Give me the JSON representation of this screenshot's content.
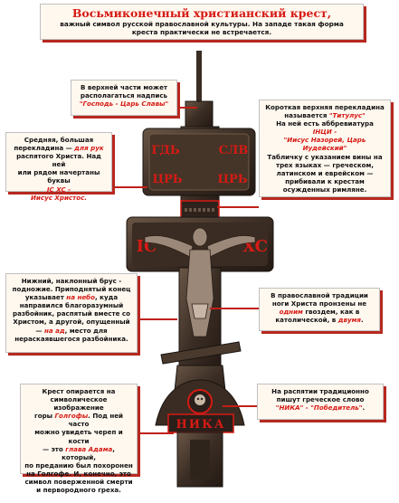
{
  "header": {
    "title": "Восьмиконечный  христианский крест,",
    "subtitle_line1": "важный символ русской православной культуры. На западе такая форма",
    "subtitle_line2": "креста практически не встречается."
  },
  "callouts": {
    "top_left": {
      "l1": "В верхней части может",
      "l2": "располагаться надпись",
      "l3_red": "\"Господь - Царь Славы\""
    },
    "mid_left": {
      "l1": "Средняя, большая",
      "l2_pre": "перекладина — ",
      "l2_red": "для рук",
      "l3": "распятого Христа. Над ней",
      "l4": "или рядом начертаны буквы",
      "l5_red": "IC XC -",
      "l6_red": "Иисус Христос."
    },
    "right_top": {
      "l1": "Короткая верхняя перекладина",
      "l2_pre": "называется ",
      "l2_red": "\"Титулус\"",
      "l3": "На ней есть аббревиатура",
      "l4_red": "ІНЦИ -",
      "l5_red": "\"Иисус Назорей, Царь Иудейский\"",
      "l6": "Табличку с указанием вины на",
      "l7": "трех языках — греческом,",
      "l8": "латинском и еврейском —",
      "l9": "прибивали к крестам",
      "l10": "осужденных римляне."
    },
    "lower_left": {
      "l1": "Нижний, наклонный брус -",
      "l2": "подножие. Приподнятый конец",
      "l3_pre": "указывает ",
      "l3_red": "на небо",
      "l3_post": ", куда",
      "l4": "направился благоразумный",
      "l5": "разбойник, распятый вместе со",
      "l6": "Христом, а другой, опущенный",
      "l7_pre": "— ",
      "l7_red": "на ад",
      "l7_post": ", место для",
      "l8": "нераскаявшегося разбойника."
    },
    "right_mid": {
      "l1": "В православной традиции",
      "l2": "ноги Христа пронзены не",
      "l3_red": "одним",
      "l3_post": " гвоздем, как в",
      "l4_pre": "католической, в ",
      "l4_red": "двумя",
      "l4_post": "."
    },
    "bottom_left": {
      "l1": "Крест опирается на",
      "l2": "символическое изображение",
      "l3_pre": "горы ",
      "l3_red": "Голгофы",
      "l3_post": ". Под ней часто",
      "l4": "можно увидеть череп и кости",
      "l5_pre": "— это ",
      "l5_red": "глава Адама",
      "l5_post": ", который,",
      "l6": "по преданию был похоронен",
      "l7": "на Голгофе. И, конечно, это",
      "l8": "символ поверженной смерти",
      "l9": "и первородного греха."
    },
    "bottom_right": {
      "l1": "На распятии традиционно",
      "l2": "пишут греческое слово",
      "l3_red": "\"НИКА\" - \"Победитель\"",
      "l3_post": "."
    }
  },
  "cross_inscriptions": {
    "top_left": "ГДЬ",
    "top_right": "СЛВ",
    "mid_top_left": "ЦРЬ",
    "mid_top_right": "ЦРЬ",
    "left_bar": "IC",
    "right_bar": "XC",
    "nika": "НИКА"
  },
  "colors": {
    "accent_red": "#d61a14",
    "cross_dark": "#2a1f1a",
    "cross_bronze": "#5a4535",
    "box_bg": "#fff8ef"
  }
}
